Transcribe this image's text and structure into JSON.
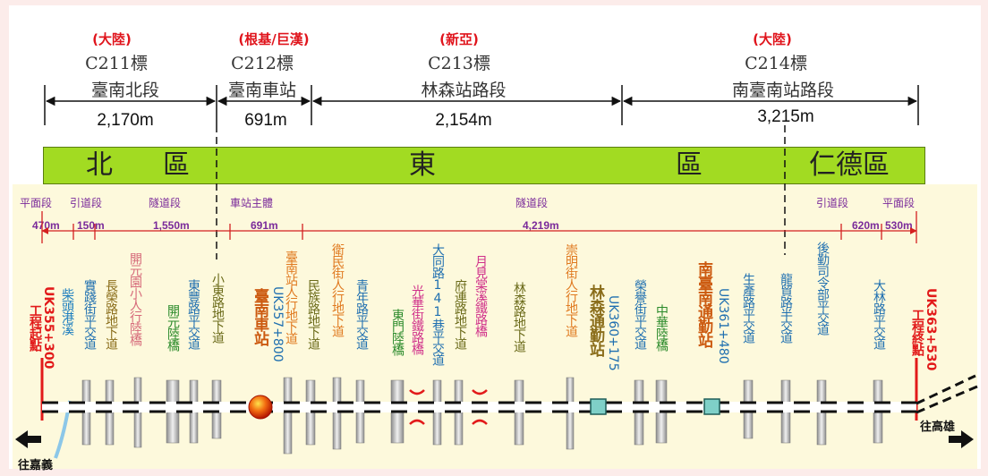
{
  "contracts": [
    {
      "owner": "(大陸)",
      "code": "C211標",
      "name": "臺南北段",
      "length": "2,170m"
    },
    {
      "owner": "(根基/巨漢)",
      "code": "C212標",
      "name": "臺南車站",
      "length": "691m"
    },
    {
      "owner": "(新亞)",
      "code": "C213標",
      "name": "林森站路段",
      "length": "2,154m"
    },
    {
      "owner": "(大陸)",
      "code": "C214標",
      "name": "南臺南站路段",
      "length": "3,215m"
    }
  ],
  "zones": {
    "north": [
      "北",
      "區"
    ],
    "east": [
      "東",
      "區"
    ],
    "rende": "仁德區"
  },
  "sections": [
    {
      "label": "平面段",
      "length": "470m"
    },
    {
      "label": "引道段",
      "length": "150m"
    },
    {
      "label": "隧道段",
      "length": "1,550m"
    },
    {
      "label": "車站主體",
      "length": "691m"
    },
    {
      "label": "隧道段",
      "length": "4,219m"
    },
    {
      "label": "引道段",
      "length": "620m"
    },
    {
      "label": "平面段",
      "length": "530m"
    }
  ],
  "endpoints": {
    "start_label": "工程起點",
    "start_chainage": "UK355+300",
    "end_label": "工程終點",
    "end_chainage": "UK363+530"
  },
  "stations": {
    "tainan": {
      "name": "臺南車站",
      "chainage": "UK357+800"
    },
    "linsen": {
      "name": "林森通勤站",
      "chainage": "UK360+175"
    },
    "south_tainan": {
      "name": "南臺南通勤站",
      "chainage": "UK361+480"
    }
  },
  "crossings": [
    "柴頭港溪",
    "實踐街平交道",
    "長榮路地下道",
    "開元園小人行陸橋",
    "開元陸橋",
    "東豐路平交道",
    "小東路地下道",
    "臺南站人行地下道",
    "民族路地下道",
    "衛民街人行地下道",
    "青年路平交道",
    "東門陸橋",
    "光華街鐵路橋",
    "大同路141巷平交道",
    "府連路地下道",
    "月見棠溪鐵路橋",
    "林森路地下道",
    "崇明街人行地下道",
    "榮譽街平交道",
    "中華陸橋",
    "生產路平交道",
    "龍貿路半交道",
    "後勤司令部平交道",
    "大林路平交道"
  ],
  "directions": {
    "left": "往嘉義",
    "right": "往高雄"
  },
  "colors": {
    "zone_bar": "#a2db22",
    "marker_red": "#e21a1a",
    "section_purple": "#7a2a9a",
    "station_fill": "#7fd0c8"
  }
}
